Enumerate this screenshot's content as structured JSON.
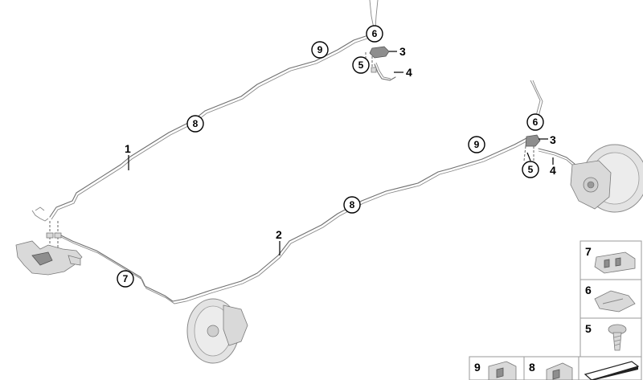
{
  "callouts": {
    "c9_top": "9",
    "c6_top": "6",
    "c5_top": "5",
    "c8_left": "8",
    "c9_right": "9",
    "c6_right": "6",
    "c5_right": "5",
    "c8_right": "8",
    "c7_left": "7"
  },
  "labels": {
    "l3_top": "3",
    "l4_top": "4",
    "l1": "1",
    "l3_right": "3",
    "l4_right": "4",
    "l2": "2"
  },
  "legend": {
    "items": [
      {
        "number": "7"
      },
      {
        "number": "6"
      },
      {
        "number": "5"
      },
      {
        "number": "9"
      },
      {
        "number": "8"
      }
    ]
  }
}
